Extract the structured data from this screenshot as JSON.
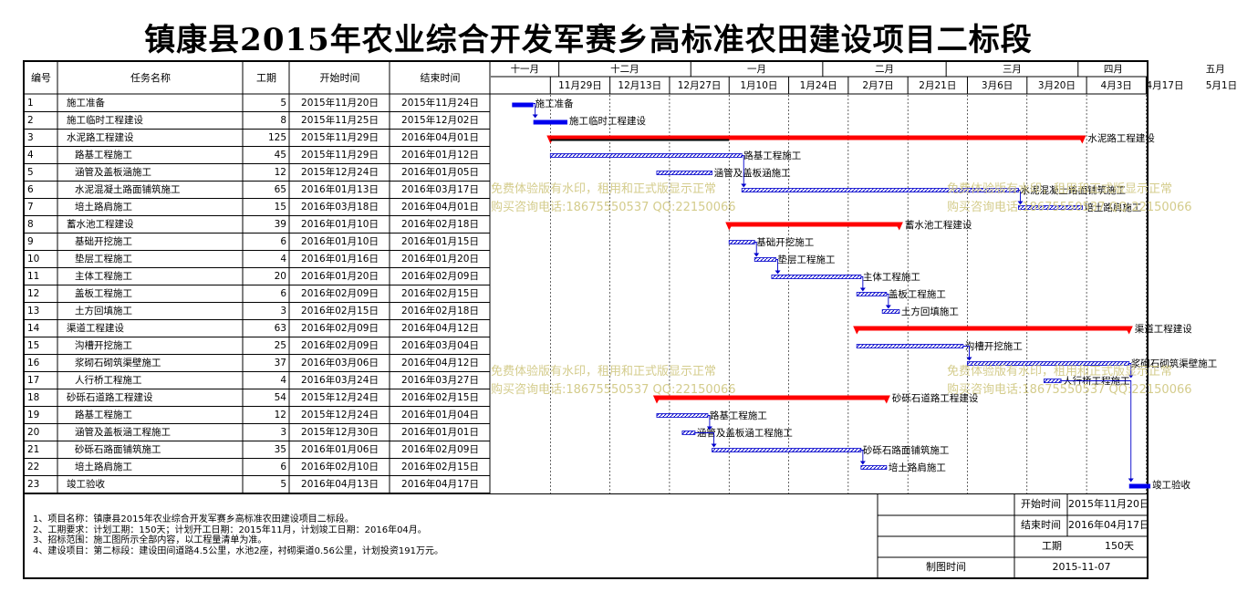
{
  "title": "镇康县2015年农业综合开发军赛乡高标准农田建设项目二标段",
  "columns": {
    "id": "编号",
    "name": "任务名称",
    "duration": "工期",
    "start": "开始时间",
    "end": "结束时间"
  },
  "timeline": {
    "months": [
      "十一月",
      "十二月",
      "一月",
      "二月",
      "三月",
      "四月",
      "五月"
    ],
    "weeks": [
      "11月29日",
      "12月13日",
      "12月27日",
      "1月10日",
      "1月24日",
      "2月7日",
      "2月21日",
      "3月6日",
      "3月20日",
      "4月3日",
      "4月17日",
      "5月1日"
    ],
    "origin": "2015-11-15"
  },
  "tasks": [
    {
      "id": "1",
      "name": "施工准备",
      "duration": "5",
      "start": "2015年11月20日",
      "end": "2015年11月24日",
      "level": 0,
      "label": "施工准备",
      "type": "normal"
    },
    {
      "id": "2",
      "name": "施工临时工程建设",
      "duration": "8",
      "start": "2015年11月25日",
      "end": "2015年12月02日",
      "level": 0,
      "label": "施工临时工程建设",
      "type": "normal"
    },
    {
      "id": "3",
      "name": "水泥路工程建设",
      "duration": "125",
      "start": "2015年11月29日",
      "end": "2016年04月01日",
      "level": 0,
      "label": "水泥路工程建设",
      "type": "summary",
      "progress_end": "2016-01-10"
    },
    {
      "id": "4",
      "name": "路基工程施工",
      "duration": "45",
      "start": "2015年11月29日",
      "end": "2016年01月12日",
      "level": 1,
      "label": "路基工程施工",
      "type": "sub"
    },
    {
      "id": "5",
      "name": "涵管及盖板涵施工",
      "duration": "12",
      "start": "2015年12月24日",
      "end": "2016年01月05日",
      "level": 1,
      "label": "涵管及盖板涵施工",
      "type": "sub"
    },
    {
      "id": "6",
      "name": "水泥混凝土路面铺筑施工",
      "duration": "65",
      "start": "2016年01月13日",
      "end": "2016年03月17日",
      "level": 1,
      "label": "水泥混凝土路面铺筑施工",
      "type": "sub"
    },
    {
      "id": "7",
      "name": "培土路肩施工",
      "duration": "15",
      "start": "2016年03月18日",
      "end": "2016年04月01日",
      "level": 1,
      "label": "培土路肩施工",
      "type": "sub"
    },
    {
      "id": "8",
      "name": "蓄水池工程建设",
      "duration": "39",
      "start": "2016年01月10日",
      "end": "2016年02月18日",
      "level": 0,
      "label": "蓄水池工程建设",
      "type": "summary"
    },
    {
      "id": "9",
      "name": "基础开挖施工",
      "duration": "6",
      "start": "2016年01月10日",
      "end": "2016年01月15日",
      "level": 1,
      "label": "基础开挖施工",
      "type": "sub"
    },
    {
      "id": "10",
      "name": "垫层工程施工",
      "duration": "4",
      "start": "2016年01月16日",
      "end": "2016年01月20日",
      "level": 1,
      "label": "垫层工程施工",
      "type": "sub"
    },
    {
      "id": "11",
      "name": "主体工程施工",
      "duration": "20",
      "start": "2016年01月20日",
      "end": "2016年02月09日",
      "level": 1,
      "label": "主体工程施工",
      "type": "sub"
    },
    {
      "id": "12",
      "name": "盖板工程施工",
      "duration": "6",
      "start": "2016年02月09日",
      "end": "2016年02月15日",
      "level": 1,
      "label": "盖板工程施工",
      "type": "sub"
    },
    {
      "id": "13",
      "name": "土方回填施工",
      "duration": "3",
      "start": "2016年02月15日",
      "end": "2016年02月18日",
      "level": 1,
      "label": "土方回填施工",
      "type": "sub"
    },
    {
      "id": "14",
      "name": "渠道工程建设",
      "duration": "63",
      "start": "2016年02月09日",
      "end": "2016年04月12日",
      "level": 0,
      "label": "渠道工程建设",
      "type": "summary"
    },
    {
      "id": "15",
      "name": "沟槽开挖施工",
      "duration": "25",
      "start": "2016年02月09日",
      "end": "2016年03月04日",
      "level": 1,
      "label": "沟槽开挖施工",
      "type": "sub"
    },
    {
      "id": "16",
      "name": "浆砌石砌筑渠壁施工",
      "duration": "37",
      "start": "2016年03月06日",
      "end": "2016年04月12日",
      "level": 1,
      "label": "浆砌石砌筑渠壁施工",
      "type": "sub"
    },
    {
      "id": "17",
      "name": "人行桥工程施工",
      "duration": "4",
      "start": "2016年03月24日",
      "end": "2016年03月27日",
      "level": 1,
      "label": "人行桥工程施工",
      "type": "sub"
    },
    {
      "id": "18",
      "name": "砂砾石道路工程建设",
      "duration": "54",
      "start": "2015年12月24日",
      "end": "2016年02月15日",
      "level": 0,
      "label": "砂砾石道路工程建设",
      "type": "summary"
    },
    {
      "id": "19",
      "name": "路基工程施工",
      "duration": "12",
      "start": "2015年12月24日",
      "end": "2016年01月04日",
      "level": 1,
      "label": "路基工程施工",
      "type": "sub"
    },
    {
      "id": "20",
      "name": "涵管及盖板涵工程施工",
      "duration": "3",
      "start": "2015年12月30日",
      "end": "2016年01月01日",
      "level": 1,
      "label": "涵管及盖板涵工程施工",
      "type": "sub"
    },
    {
      "id": "21",
      "name": "砂砾石路面铺筑施工",
      "duration": "35",
      "start": "2016年01月06日",
      "end": "2016年02月09日",
      "level": 1,
      "label": "砂砾石路面铺筑施工",
      "type": "sub"
    },
    {
      "id": "22",
      "name": "培土路肩施工",
      "duration": "6",
      "start": "2016年02月10日",
      "end": "2016年02月15日",
      "level": 1,
      "label": "培土路肩施工",
      "type": "sub"
    },
    {
      "id": "23",
      "name": "竣工验收",
      "duration": "5",
      "start": "2016年04月13日",
      "end": "2016年04月17日",
      "level": 0,
      "label": "竣工验收",
      "type": "normal"
    }
  ],
  "notes": [
    "1、项目名称：镇康县2015年农业综合开发军赛乡高标准农田建设项目二标段。",
    "2、工期要求：计划工期：150天；计划开工日期：2015年11月，计划竣工日期：2016年04月。",
    "3、招标范围：施工图所示全部内容，以工程量清单为准。",
    "4、建设项目：第二标段：建设田间道路4.5公里，水池2座，衬砌渠道0.56公里，计划投资191万元。"
  ],
  "info": {
    "start_label": "开始时间",
    "start_value": "2015年11月20日",
    "end_label": "结束时间",
    "end_value": "2016年04月17日",
    "duration_label": "工期",
    "duration_value": "150天",
    "drawn_label": "制图时间",
    "drawn_value": "2015-11-07"
  },
  "watermark": {
    "line1": "免费体验版有水印，租用和正式版显示正常",
    "line2": "购买咨询电话:18675550537 QQ:22150066"
  },
  "colors": {
    "summary_bar": "#ff0000",
    "normal_bar": "#0000ee",
    "sub_bar": "#0000cc",
    "progress": "#000000",
    "watermark": "#d4cc8c"
  }
}
